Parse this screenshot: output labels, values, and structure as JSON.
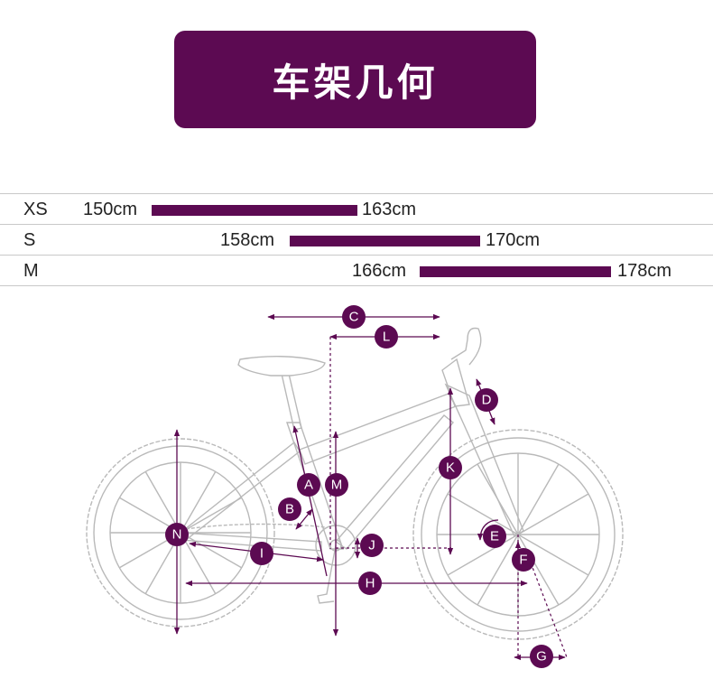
{
  "title": "车架几何",
  "sizes": [
    {
      "label": "XS",
      "height_min": "150cm",
      "height_max": "163cm"
    },
    {
      "label": "S",
      "height_min": "158cm",
      "height_max": "170cm"
    },
    {
      "label": "M",
      "height_min": "166cm",
      "height_max": "178cm"
    }
  ],
  "dimension_labels": [
    "A",
    "B",
    "C",
    "D",
    "E",
    "F",
    "G",
    "H",
    "I",
    "J",
    "K",
    "L",
    "M",
    "N"
  ],
  "colors": {
    "accent": "#5c0a52",
    "bike_outline": "#b9b9b9",
    "divider": "#c9c9c9"
  }
}
